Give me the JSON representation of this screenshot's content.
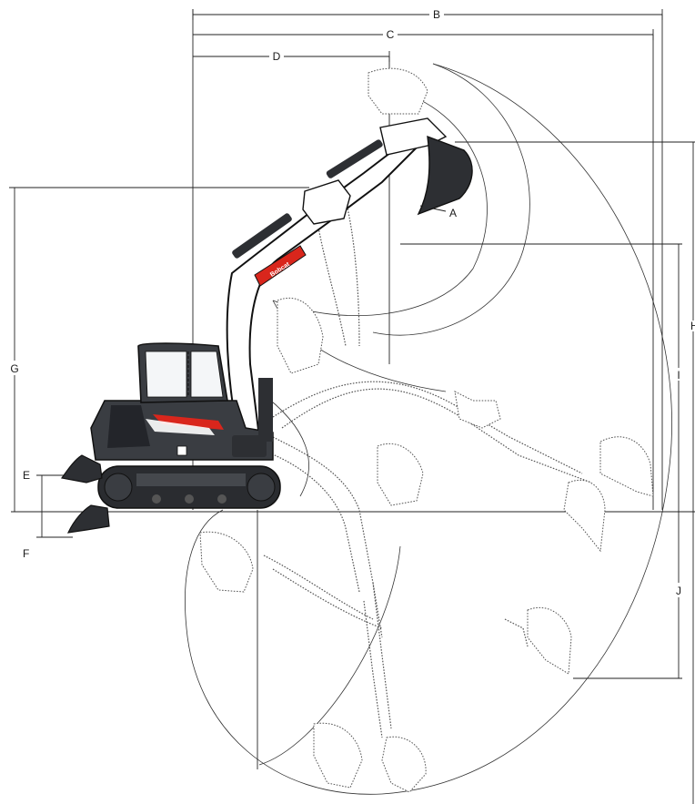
{
  "diagram": {
    "dimension_labels": {
      "A": "A",
      "B": "B",
      "C": "C",
      "D": "D",
      "E": "E",
      "F": "F",
      "G": "G",
      "H": "H",
      "I": "I",
      "J": "J"
    },
    "boom_logo": "Bobcat",
    "colors": {
      "machine_dark": "#3a3d42",
      "accent_red": "#d9261c",
      "cab_glass": "#f4f6f8"
    }
  }
}
